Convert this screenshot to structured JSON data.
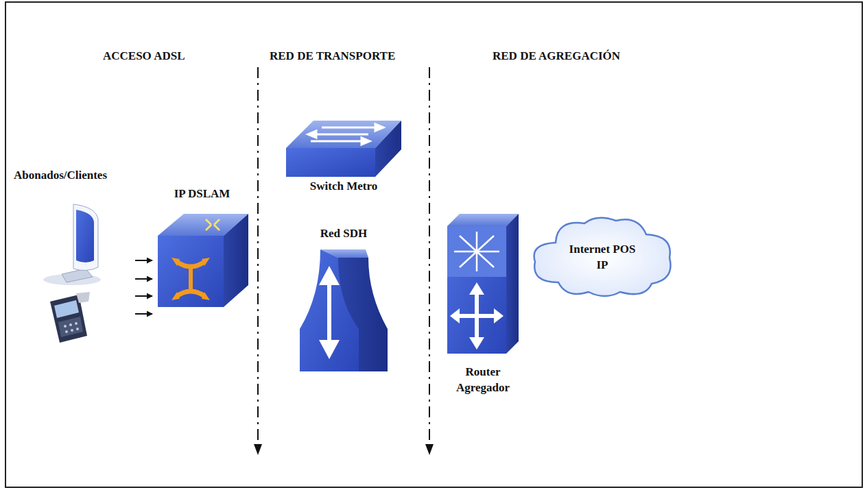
{
  "diagram": {
    "nodes": [
      {
        "text": [
          "Abonados/Clientes"
        ]
      },
      {
        "text": [
          "IP DSLAM"
        ]
      },
      {
        "text": [
          "Switch Metro"
        ]
      },
      {
        "text": [
          "Red SDH"
        ]
      },
      {
        "text": [
          "Router Agregador"
        ]
      },
      {
        "text": [
          "Internet POS IP"
        ]
      }
    ],
    "edges": [
      {
        "from": 0,
        "to": 1,
        "arrow": "to"
      },
      {
        "from": 0,
        "to": 1,
        "arrow": "to"
      },
      {
        "from": 0,
        "to": 1,
        "arrow": "to"
      },
      {
        "from": 0,
        "to": 1,
        "arrow": "to"
      }
    ],
    "labels": [
      "ACCESO ADSL",
      "RED DE TRANSPORTE",
      "RED DE AGREGACIÓN"
    ]
  }
}
